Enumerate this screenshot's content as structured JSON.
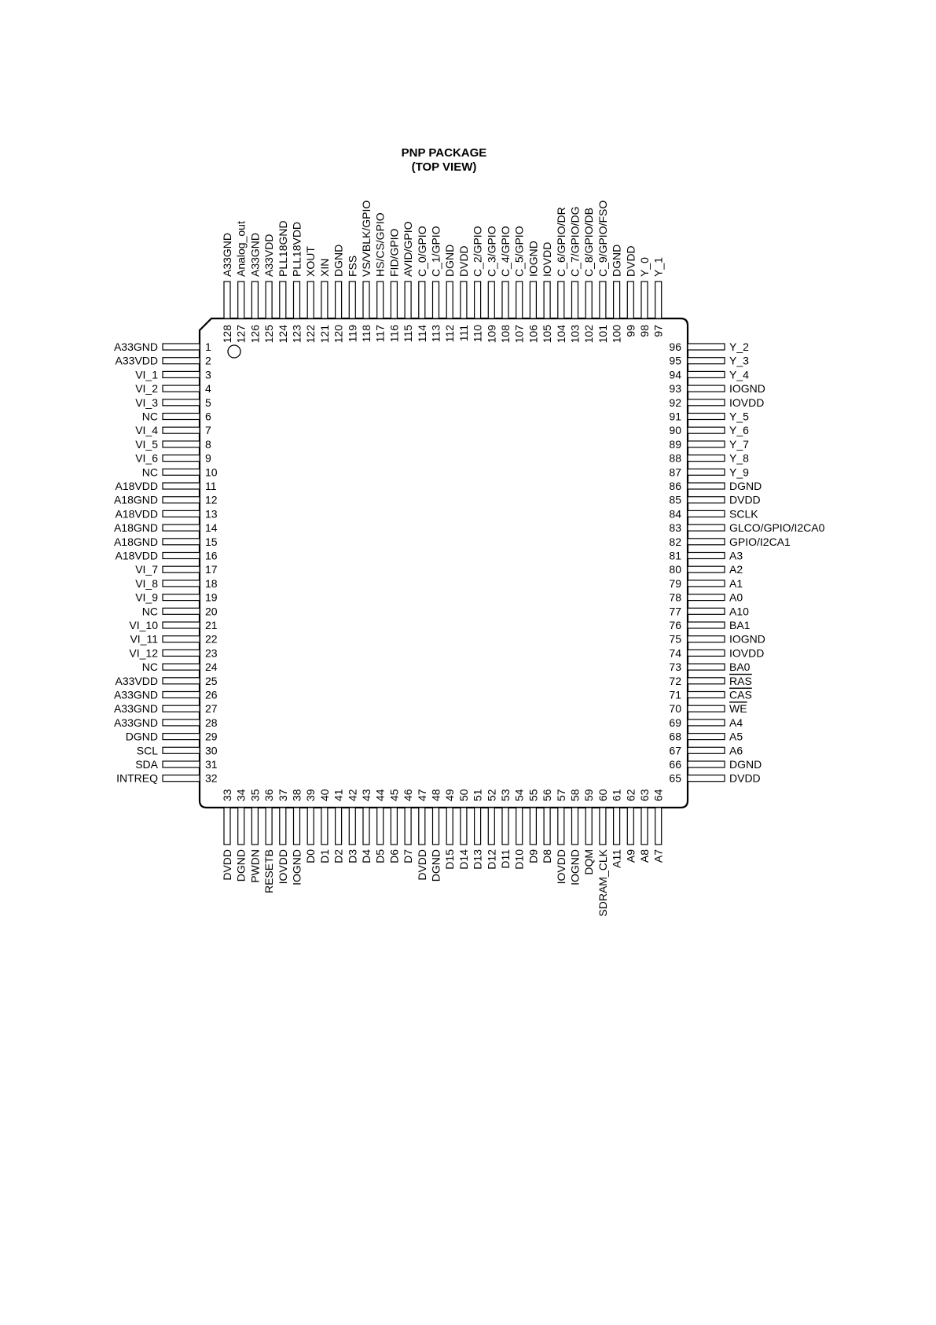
{
  "title": {
    "line1": "PNP PACKAGE",
    "line2": "(TOP VIEW)"
  },
  "pins": {
    "left": [
      {
        "n": "1",
        "name": "A33GND"
      },
      {
        "n": "2",
        "name": "A33VDD"
      },
      {
        "n": "3",
        "name": "VI_1"
      },
      {
        "n": "4",
        "name": "VI_2"
      },
      {
        "n": "5",
        "name": "VI_3"
      },
      {
        "n": "6",
        "name": "NC"
      },
      {
        "n": "7",
        "name": "VI_4"
      },
      {
        "n": "8",
        "name": "VI_5"
      },
      {
        "n": "9",
        "name": "VI_6"
      },
      {
        "n": "10",
        "name": "NC"
      },
      {
        "n": "11",
        "name": "A18VDD"
      },
      {
        "n": "12",
        "name": "A18GND"
      },
      {
        "n": "13",
        "name": "A18VDD"
      },
      {
        "n": "14",
        "name": "A18GND"
      },
      {
        "n": "15",
        "name": "A18GND"
      },
      {
        "n": "16",
        "name": "A18VDD"
      },
      {
        "n": "17",
        "name": "VI_7"
      },
      {
        "n": "18",
        "name": "VI_8"
      },
      {
        "n": "19",
        "name": "VI_9"
      },
      {
        "n": "20",
        "name": "NC"
      },
      {
        "n": "21",
        "name": "VI_10"
      },
      {
        "n": "22",
        "name": "VI_11"
      },
      {
        "n": "23",
        "name": "VI_12"
      },
      {
        "n": "24",
        "name": "NC"
      },
      {
        "n": "25",
        "name": "A33VDD"
      },
      {
        "n": "26",
        "name": "A33GND"
      },
      {
        "n": "27",
        "name": "A33GND"
      },
      {
        "n": "28",
        "name": "A33GND"
      },
      {
        "n": "29",
        "name": "DGND"
      },
      {
        "n": "30",
        "name": "SCL"
      },
      {
        "n": "31",
        "name": "SDA"
      },
      {
        "n": "32",
        "name": "INTREQ"
      }
    ],
    "bottom": [
      {
        "n": "33",
        "name": "DVDD"
      },
      {
        "n": "34",
        "name": "DGND"
      },
      {
        "n": "35",
        "name": "PWDN"
      },
      {
        "n": "36",
        "name": "RESETB"
      },
      {
        "n": "37",
        "name": "IOVDD"
      },
      {
        "n": "38",
        "name": "IOGND"
      },
      {
        "n": "39",
        "name": "D0"
      },
      {
        "n": "40",
        "name": "D1"
      },
      {
        "n": "41",
        "name": "D2"
      },
      {
        "n": "42",
        "name": "D3"
      },
      {
        "n": "43",
        "name": "D4"
      },
      {
        "n": "44",
        "name": "D5"
      },
      {
        "n": "45",
        "name": "D6"
      },
      {
        "n": "46",
        "name": "D7"
      },
      {
        "n": "47",
        "name": "DVDD"
      },
      {
        "n": "48",
        "name": "DGND"
      },
      {
        "n": "49",
        "name": "D15"
      },
      {
        "n": "50",
        "name": "D14"
      },
      {
        "n": "51",
        "name": "D13"
      },
      {
        "n": "52",
        "name": "D12"
      },
      {
        "n": "53",
        "name": "D11"
      },
      {
        "n": "54",
        "name": "D10"
      },
      {
        "n": "55",
        "name": "D9"
      },
      {
        "n": "56",
        "name": "D8"
      },
      {
        "n": "57",
        "name": "IOVDD"
      },
      {
        "n": "58",
        "name": "IOGND"
      },
      {
        "n": "59",
        "name": "DQM"
      },
      {
        "n": "60",
        "name": "SDRAM_CLK"
      },
      {
        "n": "61",
        "name": "A11"
      },
      {
        "n": "62",
        "name": "A9"
      },
      {
        "n": "63",
        "name": "A8"
      },
      {
        "n": "64",
        "name": "A7"
      }
    ],
    "right": [
      {
        "n": "96",
        "name": "Y_2"
      },
      {
        "n": "95",
        "name": "Y_3"
      },
      {
        "n": "94",
        "name": "Y_4"
      },
      {
        "n": "93",
        "name": "IOGND"
      },
      {
        "n": "92",
        "name": "IOVDD"
      },
      {
        "n": "91",
        "name": "Y_5"
      },
      {
        "n": "90",
        "name": "Y_6"
      },
      {
        "n": "89",
        "name": "Y_7"
      },
      {
        "n": "88",
        "name": "Y_8"
      },
      {
        "n": "87",
        "name": "Y_9"
      },
      {
        "n": "86",
        "name": "DGND"
      },
      {
        "n": "85",
        "name": "DVDD"
      },
      {
        "n": "84",
        "name": "SCLK"
      },
      {
        "n": "83",
        "name": "GLCO/GPIO/I2CA0"
      },
      {
        "n": "82",
        "name": "GPIO/I2CA1"
      },
      {
        "n": "81",
        "name": "A3"
      },
      {
        "n": "80",
        "name": "A2"
      },
      {
        "n": "79",
        "name": "A1"
      },
      {
        "n": "78",
        "name": "A0"
      },
      {
        "n": "77",
        "name": "A10"
      },
      {
        "n": "76",
        "name": "BA1"
      },
      {
        "n": "75",
        "name": "IOGND"
      },
      {
        "n": "74",
        "name": "IOVDD"
      },
      {
        "n": "73",
        "name": "BA0"
      },
      {
        "n": "72",
        "name": "RAS",
        "overline": true
      },
      {
        "n": "71",
        "name": "CAS",
        "overline": true
      },
      {
        "n": "70",
        "name": "WE",
        "overline": true
      },
      {
        "n": "69",
        "name": "A4"
      },
      {
        "n": "68",
        "name": "A5"
      },
      {
        "n": "67",
        "name": "A6"
      },
      {
        "n": "66",
        "name": "DGND"
      },
      {
        "n": "65",
        "name": "DVDD"
      }
    ],
    "top": [
      {
        "n": "128",
        "name": "A33GND"
      },
      {
        "n": "127",
        "name": "Analog_out"
      },
      {
        "n": "126",
        "name": "A33GND"
      },
      {
        "n": "125",
        "name": "A33VDD"
      },
      {
        "n": "124",
        "name": "PLL18GND"
      },
      {
        "n": "123",
        "name": "PLL18VDD"
      },
      {
        "n": "122",
        "name": "XOUT"
      },
      {
        "n": "121",
        "name": "XIN"
      },
      {
        "n": "120",
        "name": "DGND"
      },
      {
        "n": "119",
        "name": "FSS"
      },
      {
        "n": "118",
        "name": "VS/VBLK/GPIO"
      },
      {
        "n": "117",
        "name": "HS/CS/GPIO"
      },
      {
        "n": "116",
        "name": "FID/GPIO"
      },
      {
        "n": "115",
        "name": "AVID/GPIO"
      },
      {
        "n": "114",
        "name": "C_0/GPIO"
      },
      {
        "n": "113",
        "name": "C_1/GPIO"
      },
      {
        "n": "112",
        "name": "DGND"
      },
      {
        "n": "111",
        "name": "DVDD"
      },
      {
        "n": "110",
        "name": "C_2/GPIO"
      },
      {
        "n": "109",
        "name": "C_3/GPIO"
      },
      {
        "n": "108",
        "name": "C_4/GPIO"
      },
      {
        "n": "107",
        "name": "C_5/GPIO"
      },
      {
        "n": "106",
        "name": "IOGND"
      },
      {
        "n": "105",
        "name": "IOVDD"
      },
      {
        "n": "104",
        "name": "C_6/GPIO/DR"
      },
      {
        "n": "103",
        "name": "C_7/GPIO/DG"
      },
      {
        "n": "102",
        "name": "C_8/GPIO/DB"
      },
      {
        "n": "101",
        "name": "C_9/GPIO/FSO"
      },
      {
        "n": "100",
        "name": "DGND"
      },
      {
        "n": "99",
        "name": "DVDD"
      },
      {
        "n": "98",
        "name": "Y_0"
      },
      {
        "n": "97",
        "name": "Y_1"
      }
    ]
  }
}
